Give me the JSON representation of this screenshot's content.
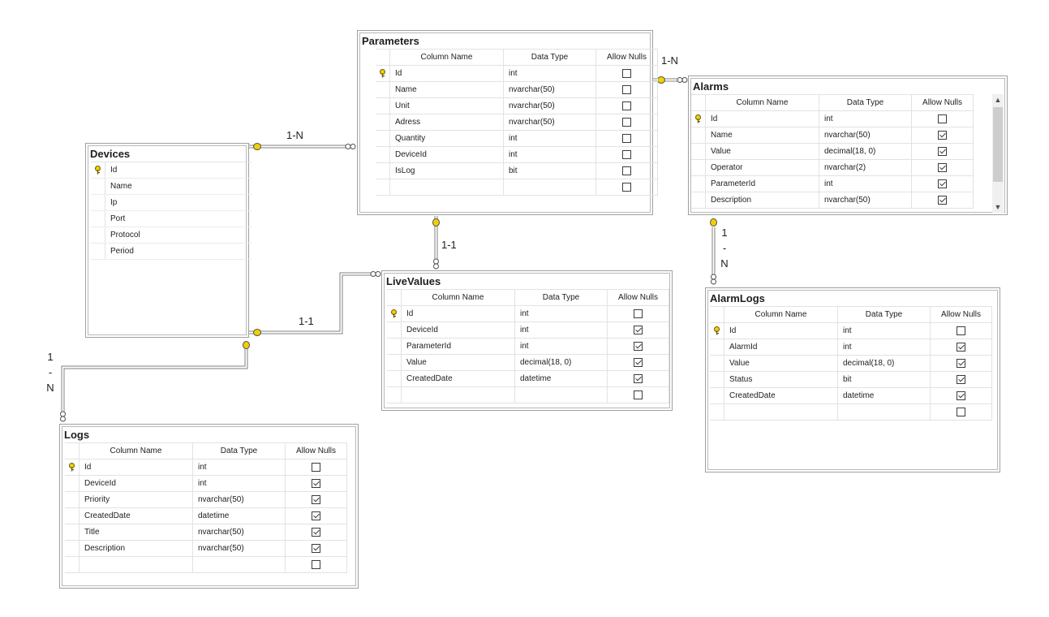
{
  "headers": {
    "column_name": "Column Name",
    "data_type": "Data Type",
    "allow_nulls": "Allow Nulls"
  },
  "colors": {
    "connector": "#808080",
    "key": "#f0d000"
  },
  "tables": {
    "parameters": {
      "title": "Parameters",
      "rows": [
        {
          "name": "Id",
          "type": "int",
          "nulls": false,
          "key": true
        },
        {
          "name": "Name",
          "type": "nvarchar(50)",
          "nulls": false
        },
        {
          "name": "Unit",
          "type": "nvarchar(50)",
          "nulls": false
        },
        {
          "name": "Adress",
          "type": "nvarchar(50)",
          "nulls": false
        },
        {
          "name": "Quantity",
          "type": "int",
          "nulls": false
        },
        {
          "name": "DeviceId",
          "type": "int",
          "nulls": false
        },
        {
          "name": "IsLog",
          "type": "bit",
          "nulls": false
        },
        {
          "name": "",
          "type": "",
          "nulls": false
        }
      ]
    },
    "alarms": {
      "title": "Alarms",
      "rows": [
        {
          "name": "Id",
          "type": "int",
          "nulls": false,
          "key": true
        },
        {
          "name": "Name",
          "type": "nvarchar(50)",
          "nulls": true
        },
        {
          "name": "Value",
          "type": "decimal(18, 0)",
          "nulls": true
        },
        {
          "name": "Operator",
          "type": "nvarchar(2)",
          "nulls": true
        },
        {
          "name": "ParameterId",
          "type": "int",
          "nulls": true
        },
        {
          "name": "Description",
          "type": "nvarchar(50)",
          "nulls": true
        }
      ]
    },
    "devices": {
      "title": "Devices",
      "rows": [
        {
          "name": "Id",
          "key": true
        },
        {
          "name": "Name"
        },
        {
          "name": "Ip"
        },
        {
          "name": "Port"
        },
        {
          "name": "Protocol"
        },
        {
          "name": "Period"
        }
      ]
    },
    "livevalues": {
      "title": "LiveValues",
      "rows": [
        {
          "name": "Id",
          "type": "int",
          "nulls": false,
          "key": true
        },
        {
          "name": "DeviceId",
          "type": "int",
          "nulls": true
        },
        {
          "name": "ParameterId",
          "type": "int",
          "nulls": true
        },
        {
          "name": "Value",
          "type": "decimal(18, 0)",
          "nulls": true
        },
        {
          "name": "CreatedDate",
          "type": "datetime",
          "nulls": true
        },
        {
          "name": "",
          "type": "",
          "nulls": false
        }
      ]
    },
    "alarmlogs": {
      "title": "AlarmLogs",
      "rows": [
        {
          "name": "Id",
          "type": "int",
          "nulls": false,
          "key": true
        },
        {
          "name": "AlarmId",
          "type": "int",
          "nulls": true
        },
        {
          "name": "Value",
          "type": "decimal(18, 0)",
          "nulls": true
        },
        {
          "name": "Status",
          "type": "bit",
          "nulls": true
        },
        {
          "name": "CreatedDate",
          "type": "datetime",
          "nulls": true
        },
        {
          "name": "",
          "type": "",
          "nulls": false
        }
      ]
    },
    "logs": {
      "title": "Logs",
      "rows": [
        {
          "name": "Id",
          "type": "int",
          "nulls": false,
          "key": true
        },
        {
          "name": "DeviceId",
          "type": "int",
          "nulls": true
        },
        {
          "name": "Priority",
          "type": "nvarchar(50)",
          "nulls": true
        },
        {
          "name": "CreatedDate",
          "type": "datetime",
          "nulls": true
        },
        {
          "name": "Title",
          "type": "nvarchar(50)",
          "nulls": true
        },
        {
          "name": "Description",
          "type": "nvarchar(50)",
          "nulls": true
        },
        {
          "name": "",
          "type": "",
          "nulls": false
        }
      ]
    }
  },
  "relations": {
    "devices_parameters": "1-N",
    "parameters_alarms": "1-N",
    "parameters_livevalues": "1-1",
    "devices_livevalues": "1-1",
    "devices_logs": [
      "1",
      "-",
      "N"
    ],
    "alarms_alarmlogs": [
      "1",
      "-",
      "N"
    ]
  }
}
